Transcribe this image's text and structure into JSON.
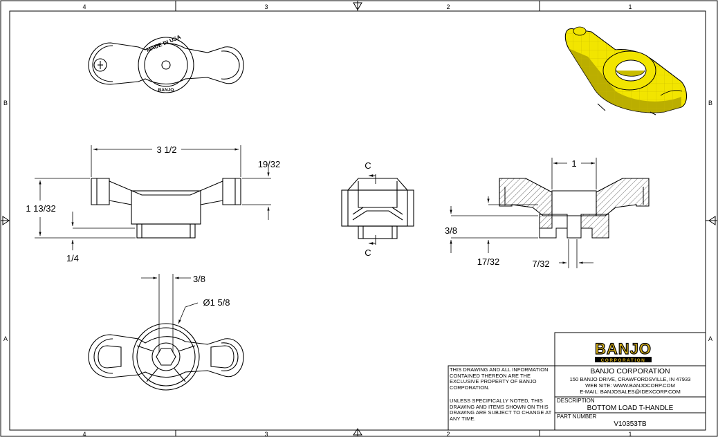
{
  "zone_labels": {
    "columns": [
      "4",
      "3",
      "2",
      "1"
    ],
    "rows": [
      "B",
      "A"
    ]
  },
  "dimensions": {
    "overall_length": "3 1/2",
    "wing_height": "19/32",
    "overall_height": "1 13/32",
    "hub_height": "1/4",
    "hex_across": "3/8",
    "hub_diameter": "Ø1 5/8",
    "section_width": "1",
    "section_depth": "3/8",
    "section_base": "17/32",
    "pin_width": "7/32"
  },
  "section_markers": {
    "top": "C",
    "bottom": "C"
  },
  "part_markings": {
    "made_in": "MADE IN USA",
    "brand_small": "BANJO"
  },
  "title_block": {
    "logo_text": "BANJO",
    "logo_sub": "CORPORATION",
    "company": "BANJO CORPORATION",
    "address": "150 BANJO DRIVE, CRAWFORDSVILLE, IN 47933",
    "website": "WEB SITE: WWW.BANJOCORP.COM",
    "email": "E-MAIL: BANJOSALES@IDEXCORP.COM",
    "description_label": "DESCRIPTION",
    "description": "BOTTOM LOAD T-HANDLE",
    "part_number_label": "PART NUMBER",
    "part_number": "V10353TB",
    "notice_1": "THIS DRAWING AND ALL INFORMATION CONTAINED THEREON ARE THE EXCLUSIVE PROPERTY OF BANJO CORPORATION.",
    "notice_2": "UNLESS SPECIFICALLY NOTED, THIS DRAWING AND ITEMS SHOWN ON THIS DRAWING ARE SUBJECT TO CHANGE AT ANY TIME."
  },
  "colors": {
    "render_yellow": "#f2e500",
    "render_shadow": "#9c9100",
    "logo_gold": "#d9b21a",
    "hatch": "#444444"
  }
}
